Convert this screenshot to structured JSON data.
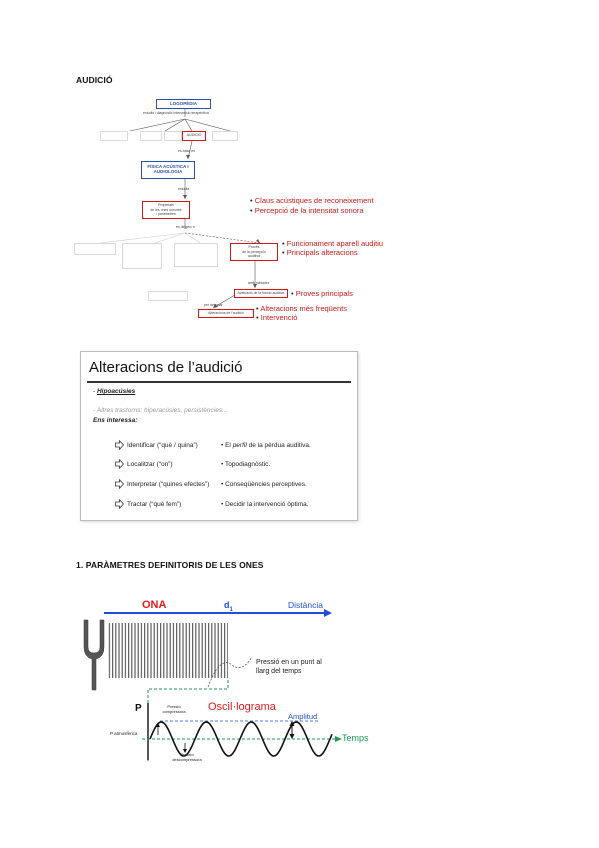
{
  "heading1": "AUDICIÓ",
  "concept_map": {
    "top_node": "LOGOPÈDIA",
    "top_caption": "estudis i diagnòstic intervenció terapèutica",
    "faint_left": [
      "",
      "",
      ""
    ],
    "red_small": "AUDICIÓ",
    "link_label1": "es basa en",
    "middle_node": "FÍSICA ACÚSTICA I AUDIOLOGIA",
    "link_label2": "estudia",
    "red_node1_lines": [
      "Propietats",
      "de les ones sonores",
      "i parametres"
    ],
    "link_label3": "es dirigeix a",
    "red_node2_lines": [
      "Procés",
      "de la percepció",
      "auditiva"
    ],
    "red_node3": "Avaluació de la funció auditiva",
    "red_node4": "Alteracions de l'audició",
    "link_label4": "amb mètodes",
    "link_label5": "per detectar",
    "annotations": {
      "a1": "Claus acústiques de reconeixement",
      "a2": "Percepció de la intensitat sonora",
      "a3": "Funcionament aparell auditiu",
      "a4": "Principals alteracions",
      "a5": "Proves principals",
      "a6": "Alteracions més freqüents",
      "a7": "Intervenció"
    },
    "bullet": "•"
  },
  "slide": {
    "title": "Alteracions de l’audició",
    "item_dash": "-",
    "item1": "Hipoacúsies",
    "item2": "- Altres trastorns: hiperacúsies, persistències...",
    "ens_interessa": "Ens interessa:",
    "rows": [
      {
        "left": "Identificar (“què / quina”)",
        "right_pre": "El ",
        "right_it": "perfil",
        "right_post": " de la pèrdua auditiva."
      },
      {
        "left": "Localitzar (“on”)",
        "right_pre": "Topodiagnòstic.",
        "right_it": "",
        "right_post": ""
      },
      {
        "left": "Interpretar (“quines efectes”)",
        "right_pre": "Conseqüències perceptives.",
        "right_it": "",
        "right_post": ""
      },
      {
        "left": "Tractar (“què fem”)",
        "right_pre": "Decidir la intervenció òptima.",
        "right_it": "",
        "right_post": ""
      }
    ]
  },
  "heading2": "1. PARÀMETRES DEFINITORIS DE LES ONES",
  "wave": {
    "ona": "ONA",
    "d1": "d",
    "d1_sub": "1",
    "distancia": "Distància",
    "pressio_punt": "Pressió en un punt al llarg del temps",
    "p": "P",
    "oscil": "Oscil·lograma",
    "pressio_comp": "Pressió compressora",
    "amplitud": "Amplitud",
    "patm": "P atmosfèrica",
    "temps": "Temps",
    "pressio_desc": "Pressió descompressora",
    "colors": {
      "red": "#e21b1b",
      "blue": "#1f4fd8",
      "green": "#1f9a57"
    }
  }
}
